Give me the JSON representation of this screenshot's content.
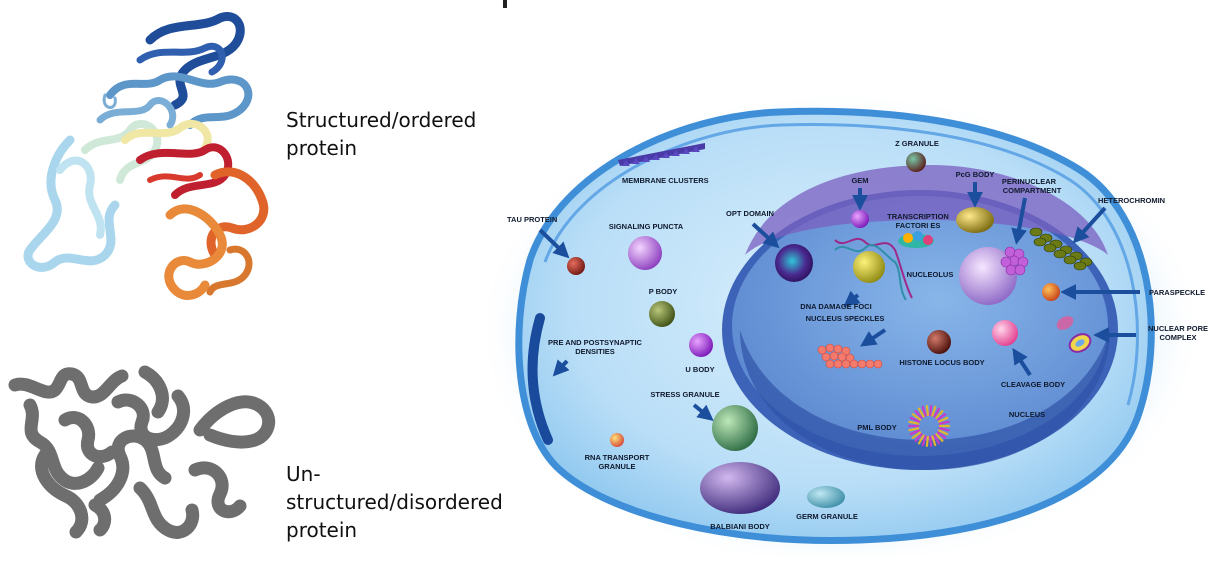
{
  "protein_labels": {
    "structured": "Structured/ordered protein",
    "unstructured": "Un-structured/disordered protein"
  },
  "cell": {
    "organelles": {
      "z_granule": "Z GRANULE",
      "membrane_clusters": "MEMBRANE CLUSTERS",
      "gem": "GEM",
      "pcg_body": "PcG BODY",
      "perinuclear_1": "PERINUCLEAR",
      "perinuclear_2": "COMPARTMENT",
      "heterochromin": "HETEROCHROMIN",
      "tau_protein": "TAU PROTEIN",
      "signaling_puncta": "SIGNALING PUNCTA",
      "opt_domain": "OPT DOMAIN",
      "transcription_1": "TRANSCRIPTION",
      "transcription_2": "FACTORI ES",
      "nucleolus": "NUCLEOLUS",
      "paraspeckle": "PARASPECKLE",
      "p_body": "P BODY",
      "dna_damage_foci": "DNA DAMAGE FOCI",
      "nucleus_speckles": "NUCLEUS SPECKLES",
      "nuclear_pore_1": "NUCLEAR PORE",
      "nuclear_pore_2": "COMPLEX",
      "synaptic_1": "PRE AND POSTSYNAPTIC",
      "synaptic_2": "DENSITIES",
      "u_body": "U BODY",
      "histone_locus_body": "HISTONE LOCUS BODY",
      "cleavage_body": "CLEAVAGE BODY",
      "stress_granule": "STRESS GRANULE",
      "nucleus": "NUCLEUS",
      "pml_body": "PML BODY",
      "rna_transport_1": "RNA TRANSPORT",
      "rna_transport_2": "GRANULE",
      "balbiani_body": "BALBIANI BODY",
      "germ_granule": "GERM GRANULE"
    }
  }
}
